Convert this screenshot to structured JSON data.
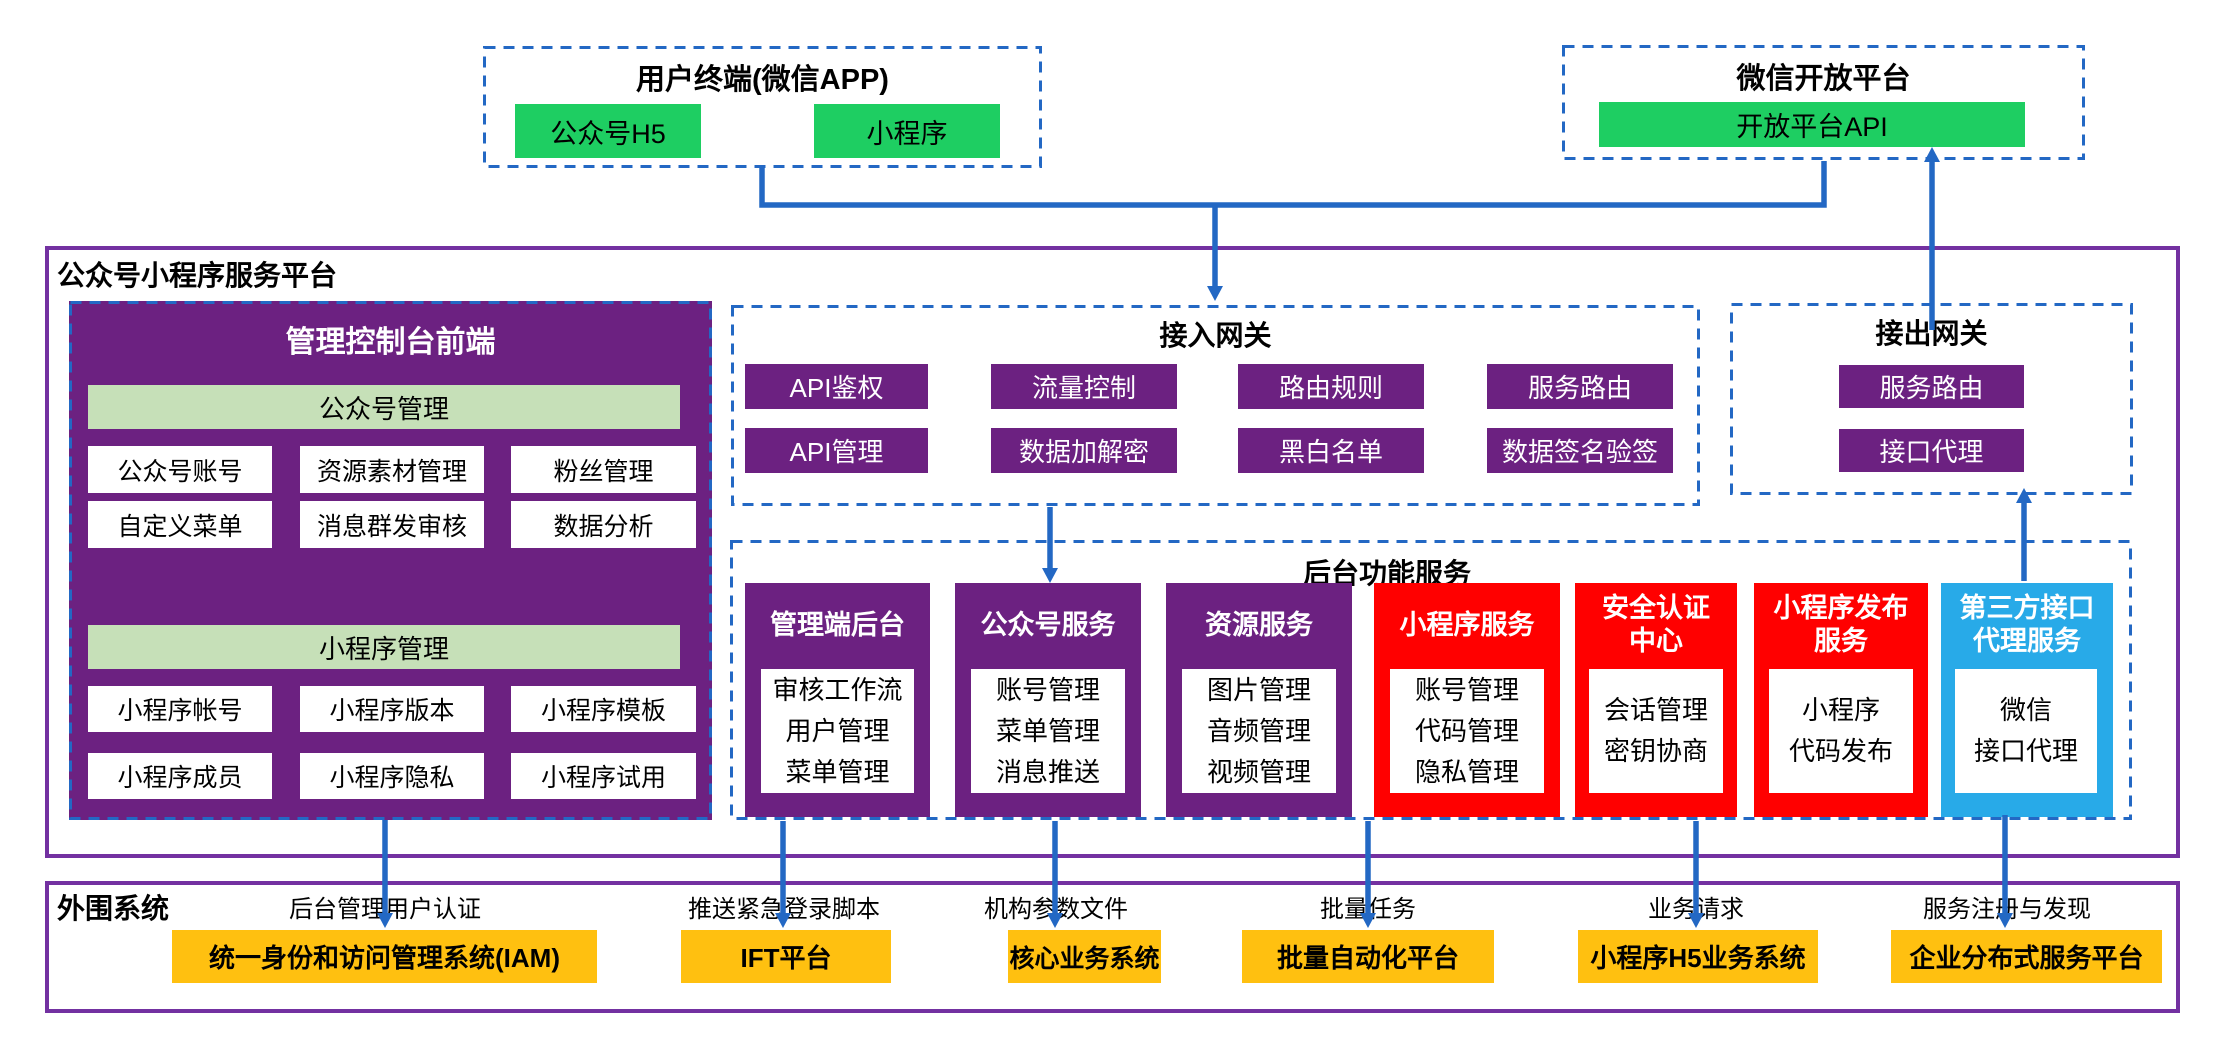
{
  "colors": {
    "purple_fill": "#6C2181",
    "purple_border": "#7331A1",
    "blue": "#2368C4",
    "green": "#1ECE62",
    "light_green": "#C6E0B8",
    "red": "#FF0000",
    "cyan": "#28AAE8",
    "orange": "#FFC010"
  },
  "top": {
    "user_terminal": {
      "title": "用户终端(微信APP)",
      "items": [
        "公众号H5",
        "小程序"
      ]
    },
    "open_platform": {
      "title": "微信开放平台",
      "items": [
        "开放平台API"
      ]
    }
  },
  "platform": {
    "label": "公众号小程序服务平台",
    "admin_console": {
      "title": "管理控制台前端",
      "sections": [
        {
          "header": "公众号管理",
          "items": [
            "公众号账号",
            "资源素材管理",
            "粉丝管理",
            "自定义菜单",
            "消息群发审核",
            "数据分析"
          ]
        },
        {
          "header": "小程序管理",
          "items": [
            "小程序帐号",
            "小程序版本",
            "小程序模板",
            "小程序成员",
            "小程序隐私",
            "小程序试用"
          ]
        }
      ]
    },
    "gateway_in": {
      "title": "接入网关",
      "items": [
        "API鉴权",
        "流量控制",
        "路由规则",
        "服务路由",
        "API管理",
        "数据加解密",
        "黑白名单",
        "数据签名验签"
      ]
    },
    "gateway_out": {
      "title": "接出网关",
      "items": [
        "服务路由",
        "接口代理"
      ]
    },
    "backend": {
      "title": "后台功能服务",
      "services": [
        {
          "name": "管理端后台",
          "color": "purple",
          "features": [
            "审核工作流",
            "用户管理",
            "菜单管理"
          ]
        },
        {
          "name": "公众号服务",
          "color": "purple",
          "features": [
            "账号管理",
            "菜单管理",
            "消息推送"
          ]
        },
        {
          "name": "资源服务",
          "color": "purple",
          "features": [
            "图片管理",
            "音频管理",
            "视频管理"
          ]
        },
        {
          "name": "小程序服务",
          "color": "red",
          "features": [
            "账号管理",
            "代码管理",
            "隐私管理"
          ]
        },
        {
          "name": "安全认证\n中心",
          "color": "red",
          "features": [
            "会话管理",
            "密钥协商"
          ]
        },
        {
          "name": "小程序发布\n服务",
          "color": "red",
          "features": [
            "小程序",
            "代码发布"
          ]
        },
        {
          "name": "第三方接口\n代理服务",
          "color": "cyan",
          "features": [
            "微信",
            "接口代理"
          ]
        }
      ]
    }
  },
  "external": {
    "label": "外围系统",
    "systems": [
      {
        "flow": "后台管理用户认证",
        "name": "统一身份和访问管理系统(IAM)"
      },
      {
        "flow": "推送紧急登录脚本",
        "name": "IFT平台"
      },
      {
        "flow": "机构参数文件",
        "name": "核心业务系统"
      },
      {
        "flow": "批量任务",
        "name": "批量自动化平台"
      },
      {
        "flow": "业务请求",
        "name": "小程序H5业务系统"
      },
      {
        "flow": "服务注册与发现",
        "name": "企业分布式服务平台"
      }
    ]
  }
}
